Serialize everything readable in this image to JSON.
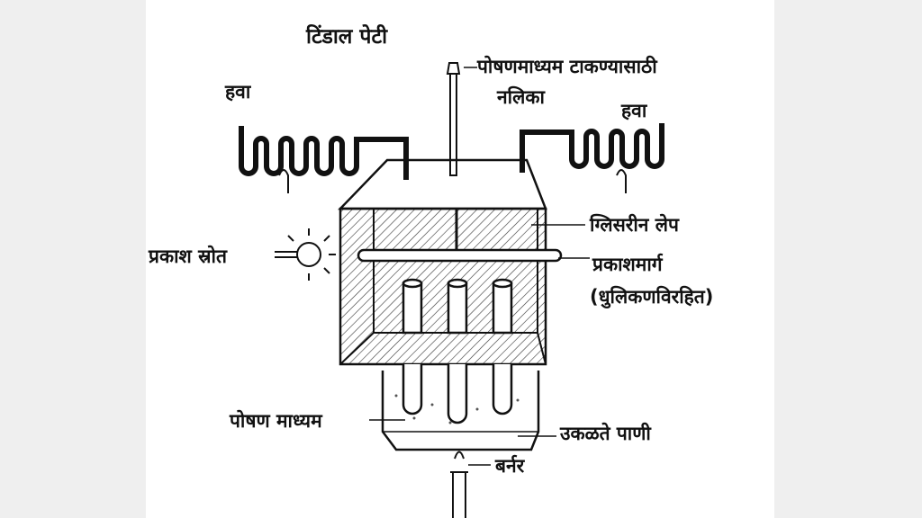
{
  "title": "टिंडाल पेटी",
  "labels": {
    "feed_tube_line1": "पोषणमाध्यम टाकण्यासाठी",
    "feed_tube_line2": "नलिका",
    "air_left": "हवा",
    "air_right": "हवा",
    "glycerin_coat": "ग्लिसरीन लेप",
    "light_source": "प्रकाश स्रोत",
    "light_path_line1": "प्रकाशमार्ग",
    "light_path_line2": "(धुलिकणविरहित)",
    "nutrient_medium": "पोषण माध्यम",
    "boiling_water": "उकळते पाणी",
    "burner": "बर्नर"
  }
}
